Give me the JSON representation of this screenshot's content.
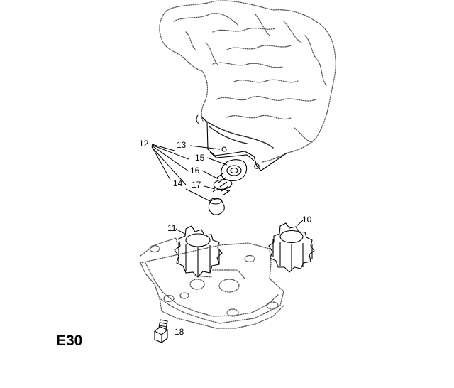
{
  "figure_id": "E30",
  "callouts": {
    "c10": "10",
    "c11": "11",
    "c12": "12",
    "c13": "13",
    "c14": "14",
    "c15": "15",
    "c16": "16",
    "c17": "17",
    "c18": "18"
  },
  "colors": {
    "line": "#000000",
    "stipple": "#555555",
    "background": "#ffffff"
  }
}
